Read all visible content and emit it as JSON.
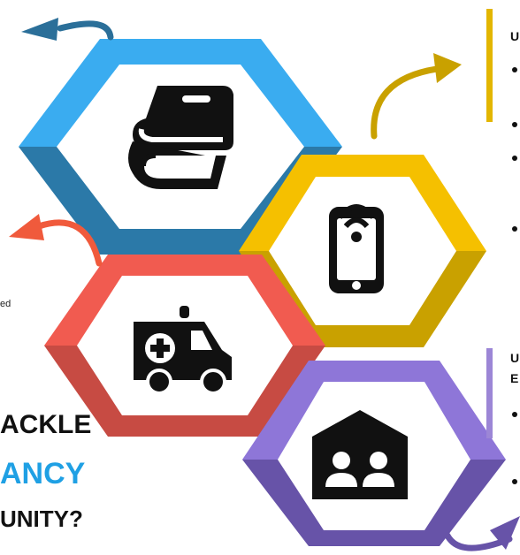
{
  "question": {
    "line1": "ACKLE",
    "line2": "ANCY",
    "line3": "UNITY?"
  },
  "fragments": {
    "left_small": "ed",
    "right_lead_1": "U",
    "right_lead_2": "U",
    "right_lead_3": "E"
  },
  "colors": {
    "blue_light": "#3aacf0",
    "blue_dark": "#2b79a8",
    "blue_arrow": "#2b6f99",
    "yellow_light": "#f5c000",
    "yellow_dark": "#c9a100",
    "red_light": "#f15b50",
    "red_dark": "#c74b43",
    "red_arrow": "#f05a3c",
    "purple_light": "#8e76d8",
    "purple_dark": "#6753a8",
    "bar_gold": "#e3b600",
    "bar_purple": "#9c86d6",
    "question_accent": "#1fa0e4"
  },
  "icons": {
    "top_hexagon": "books-icon",
    "right_hexagon": "phone-wifi-icon",
    "left_hexagon": "ambulance-icon",
    "bottom_hexagon": "community-house-icon"
  }
}
